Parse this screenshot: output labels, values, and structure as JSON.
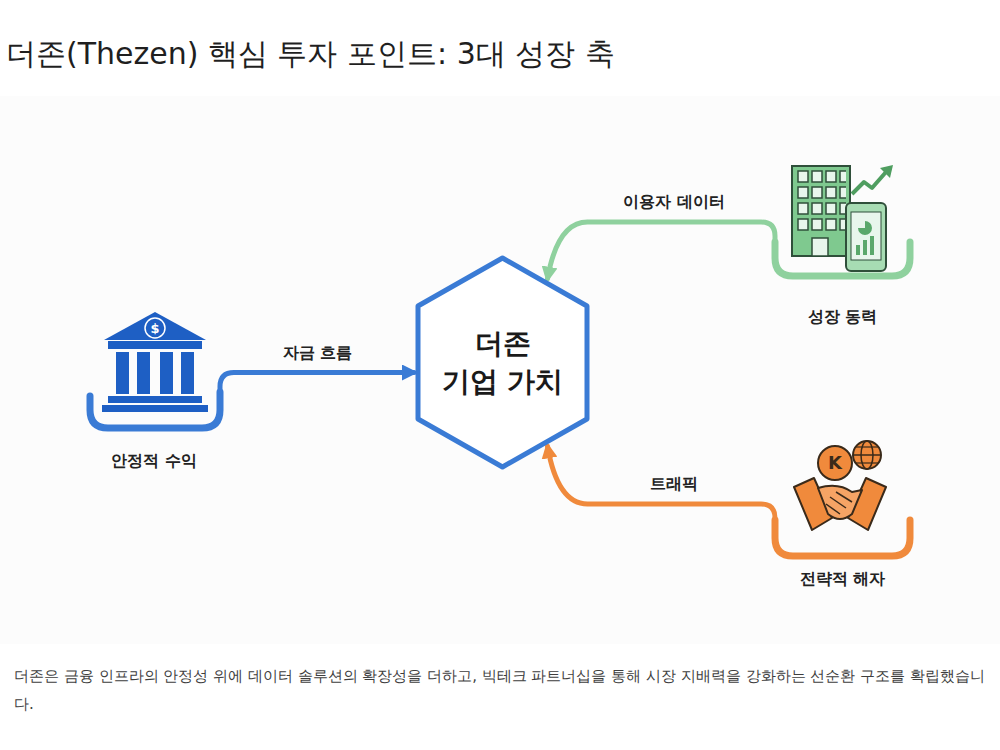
{
  "diagram": {
    "title": "더존(Thezen) 핵심 투자 포인트: 3대 성장 축",
    "caption": "더존은 금융 인프라의 안정성 위에 데이터 솔루션의 확장성을 더하고, 빅테크 파트너십을 통해 시장 지배력을 강화하는 선순환 구조를 확립했습니다.",
    "nodes": [
      {
        "text": [
          "성장 동력"
        ]
      },
      {
        "text": [
          "안정적 수익"
        ]
      },
      {
        "text": [
          "더존 기업 가치"
        ]
      },
      {
        "text": [
          "전략적 해자"
        ]
      }
    ],
    "edges": [
      {
        "from": 0,
        "to": 2,
        "label": "이용자 데이터",
        "arrow": "to"
      },
      {
        "from": 1,
        "to": 2,
        "label": "자금 흐름",
        "arrow": "to"
      },
      {
        "from": 3,
        "to": 2,
        "label": "트래픽",
        "arrow": "to"
      }
    ],
    "labels": [
      "$",
      "K"
    ]
  }
}
